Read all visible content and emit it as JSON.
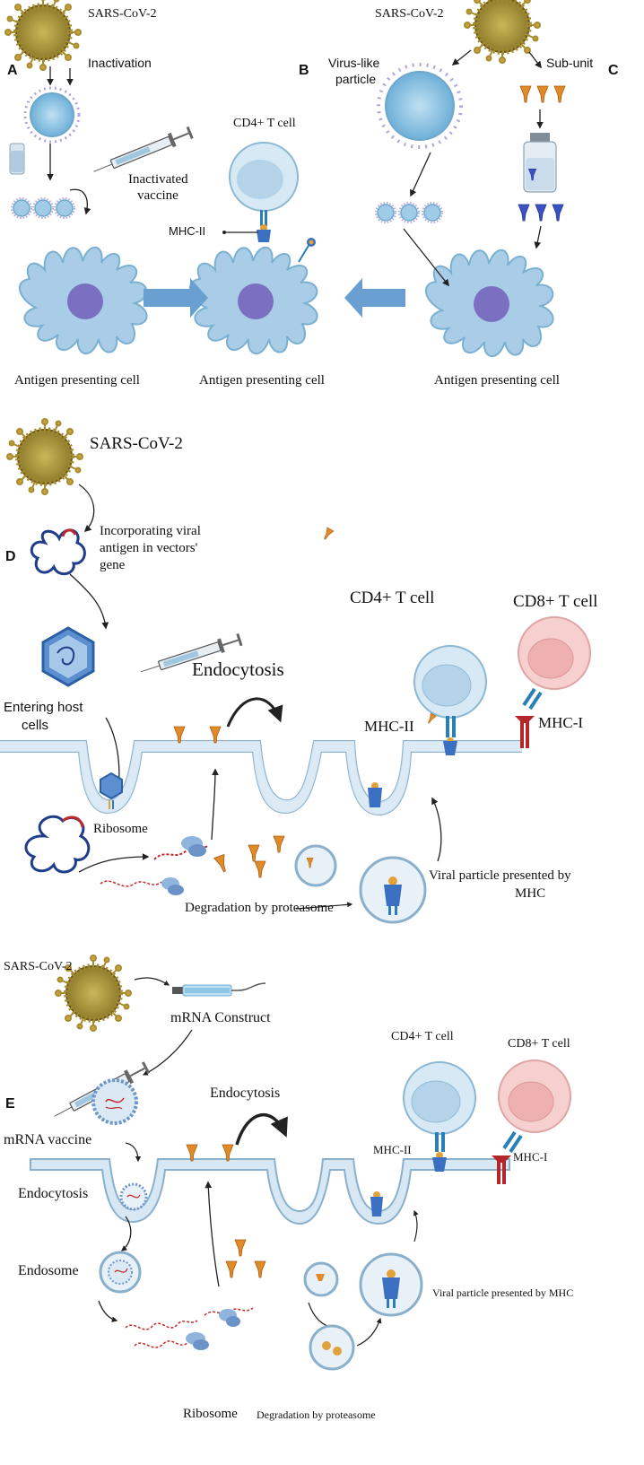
{
  "panels": {
    "a": "A",
    "b": "B",
    "c": "C",
    "d": "D",
    "e": "E"
  },
  "top": {
    "sars_left": "SARS-CoV-2",
    "sars_right": "SARS-CoV-2",
    "inactivation": "Inactivation",
    "inactivated_vaccine_1": "Inactivated",
    "inactivated_vaccine_2": "vaccine",
    "vlp_1": "Virus-like",
    "vlp_2": "particle",
    "subunit": "Sub-unit",
    "cd4": "CD4+ T cell",
    "mhc2": "MHC-II",
    "apc_left": "Antigen presenting cell",
    "apc_mid": "Antigen presenting cell",
    "apc_right": "Antigen presenting cell"
  },
  "panel_d": {
    "sars": "SARS-CoV-2",
    "incorporating_1": "Incorporating  viral",
    "incorporating_2": "antigen  in  vectors'",
    "incorporating_3": "gene",
    "entering_1": "Entering host",
    "entering_2": "cells",
    "endocytosis": "Endocytosis",
    "cd4": "CD4+ T cell",
    "cd8": "CD8+ T cell",
    "mhc2": "MHC-II",
    "mhc1": "MHC-I",
    "ribosome": "Ribosome",
    "degradation": "Degradation  by proteasome",
    "presented_1": "Viral particle presented by",
    "presented_2": "MHC"
  },
  "panel_e": {
    "sars": "SARS-CoV-2",
    "mrna_construct": "mRNA Construct",
    "endocytosis_top": "Endocytosis",
    "mrna_vaccine": "mRNA vaccine",
    "endocytosis_side": "Endocytosis",
    "endosome": "Endosome",
    "ribosome": "Ribosome",
    "degradation": "Degradation by proteasome",
    "presented": "Viral particle presented by MHC",
    "cd4": "CD4+ T cell",
    "cd8": "CD8+ T cell",
    "mhc2": "MHC-II",
    "mhc1": "MHC-I"
  },
  "colors": {
    "virus_outer": "#9a7a2a",
    "virus_inner": "#b5a24a",
    "apc": "#a9cde6",
    "apc_nucleus": "#7b6fc2",
    "membrane": "#cfe3f2",
    "membrane_edge": "#8ab0cc",
    "arrow_blue": "#6a9fd2",
    "cd4": "#d6e9f4",
    "cd8": "#f6cfcf",
    "protein": "#e08a2a",
    "rna_red": "#c0282b",
    "dna_blue": "#1f3d8a"
  }
}
